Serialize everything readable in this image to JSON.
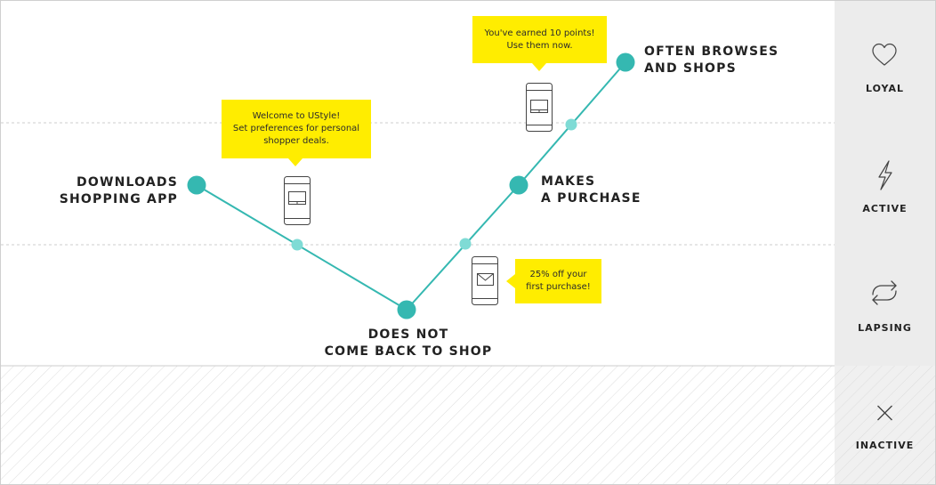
{
  "stages": [
    {
      "key": "loyal",
      "label": "LOYAL",
      "icon": "heart-icon"
    },
    {
      "key": "active",
      "label": "ACTIVE",
      "icon": "lightning-bolt-icon"
    },
    {
      "key": "lapsing",
      "label": "LAPSING",
      "icon": "repeat-arrows-icon"
    },
    {
      "key": "inactive",
      "label": "INACTIVE",
      "icon": "x-close-icon"
    }
  ],
  "journey": [
    {
      "key": "downloads",
      "lines": [
        "DOWNLOADS",
        "SHOPPING APP"
      ]
    },
    {
      "key": "does_not_come_back",
      "lines": [
        "DOES NOT",
        "COME BACK TO SHOP"
      ]
    },
    {
      "key": "makes_purchase",
      "lines": [
        "MAKES",
        "A PURCHASE"
      ]
    },
    {
      "key": "often_browses",
      "lines": [
        "OFTEN BROWSES",
        "AND SHOPS"
      ]
    }
  ],
  "messages": [
    {
      "key": "welcome",
      "lines": [
        "Welcome to UStyle!",
        "Set preferences for personal",
        "shopper deals."
      ],
      "icon": "smartphone-app-icon"
    },
    {
      "key": "discount",
      "lines": [
        "25% off your",
        "first purchase!"
      ],
      "icon": "smartphone-email-icon"
    },
    {
      "key": "points",
      "lines": [
        "You've earned 10 points!",
        "Use them now."
      ],
      "icon": "smartphone-app-icon"
    }
  ],
  "colors": {
    "node": "#35b8b1",
    "midpoint": "#7fdbd5",
    "callout": "#ffed00",
    "stage_panel": "#ececec",
    "inactive_panel": "#f0f0f0",
    "hatch": "#dddddd",
    "divider": "#cccccc"
  }
}
